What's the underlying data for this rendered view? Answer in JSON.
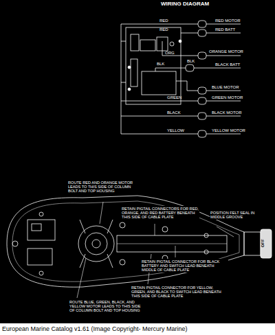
{
  "diagram": {
    "title": "WIRING DIAGRAM",
    "caption": "European Marine Catalog v1.61 (Image Copyright- Mercury Marine)",
    "labels": [
      "RED",
      "RED MOTOR",
      "RED",
      "RED BATT",
      "ORANGE MOTOR",
      "ORG",
      "BLK",
      "BLK",
      "BLACK BATT",
      "BLUE MOTOR",
      "GREEN",
      "GREEN MOTOR",
      "BLACK",
      "BLACK MOTOR",
      "YELLOW",
      "YELLOW MOTOR",
      "ROUTE RED AND ORANGE MOTOR LEADS TO THIS SIDE OF COLUMN BOLT AND TOP HOUSING",
      "RETAIN PIGTAIL CONNECTORS FOR RED, ORANGE, AND RED BATTERY BENEATH THIS SIDE OF CABLE PLATE",
      "POSITION FELT SEAL IN MIDDLE GROOVE",
      "RETAIN PIGTAIL CONNECTOR FOR BLACK BATTERY AND SWITCH LEAD BENEATH MIDDLE OF CABLE PLATE",
      "RETAIN PIGTAIL CONNECTOR FOR YELLOW, GREEN, AND BLACK TO SWITCH LEAD BENEATH THIS SIDE OF CABLE PLATE",
      "ROUTE BLUE, GREEN, BLACK, AND YELLOW MOTOR LEADS TO THIS SIDE OF COLUMN BOLT AND TOP HOUSING",
      "OFF"
    ]
  }
}
